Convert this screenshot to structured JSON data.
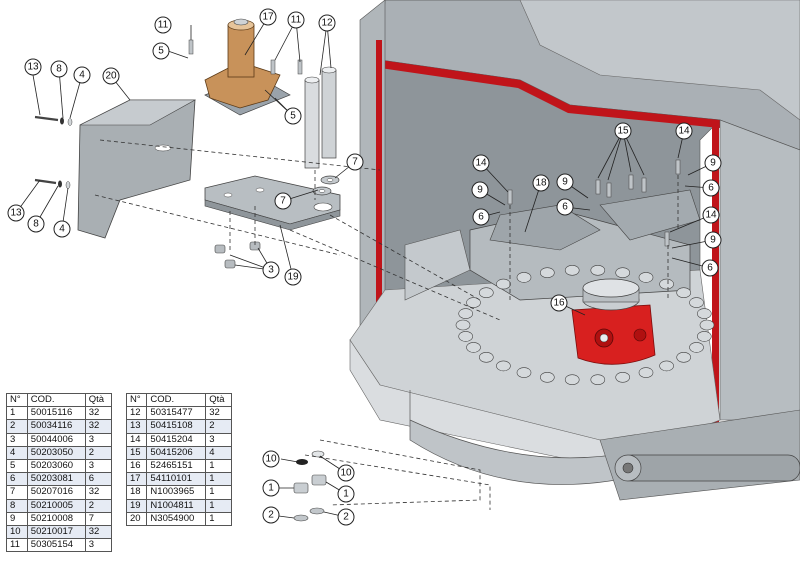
{
  "callouts": {
    "c1": "1",
    "c2": "2",
    "c3": "3",
    "c4": "4",
    "c5": "5",
    "c6": "6",
    "c7": "7",
    "c8": "8",
    "c9": "9",
    "c10": "10",
    "c11": "11",
    "c12": "12",
    "c13": "13",
    "c14": "14",
    "c15": "15",
    "c16": "16",
    "c17": "17",
    "c18": "18",
    "c19": "19",
    "c20": "20"
  },
  "tables": {
    "header": {
      "num": "N°",
      "code": "COD.",
      "qty": "Qtà"
    },
    "left": [
      {
        "n": "1",
        "code": "50015116",
        "qty": "32"
      },
      {
        "n": "2",
        "code": "50034116",
        "qty": "32"
      },
      {
        "n": "3",
        "code": "50044006",
        "qty": "3"
      },
      {
        "n": "4",
        "code": "50203050",
        "qty": "2"
      },
      {
        "n": "5",
        "code": "50203060",
        "qty": "3"
      },
      {
        "n": "6",
        "code": "50203081",
        "qty": "6"
      },
      {
        "n": "7",
        "code": "50207016",
        "qty": "32"
      },
      {
        "n": "8",
        "code": "50210005",
        "qty": "2"
      },
      {
        "n": "9",
        "code": "50210008",
        "qty": "7"
      },
      {
        "n": "10",
        "code": "50210017",
        "qty": "32"
      },
      {
        "n": "11",
        "code": "50305154",
        "qty": "3"
      }
    ],
    "right": [
      {
        "n": "12",
        "code": "50315477",
        "qty": "32"
      },
      {
        "n": "13",
        "code": "50415108",
        "qty": "2"
      },
      {
        "n": "14",
        "code": "50415204",
        "qty": "3"
      },
      {
        "n": "15",
        "code": "50415206",
        "qty": "4"
      },
      {
        "n": "16",
        "code": "52465151",
        "qty": "1"
      },
      {
        "n": "17",
        "code": "54110101",
        "qty": "1"
      },
      {
        "n": "18",
        "code": "N1003965",
        "qty": "1"
      },
      {
        "n": "19",
        "code": "N1004811",
        "qty": "1"
      },
      {
        "n": "20",
        "code": "N3054900",
        "qty": "1"
      }
    ]
  },
  "colors": {
    "housing": "#9aa1a6",
    "housing_light": "#c9ced2",
    "red_edge": "#c0141a",
    "bronze": "#c8925a",
    "red_block": "#d8201f",
    "table_stripe": "#e6ebf4"
  }
}
